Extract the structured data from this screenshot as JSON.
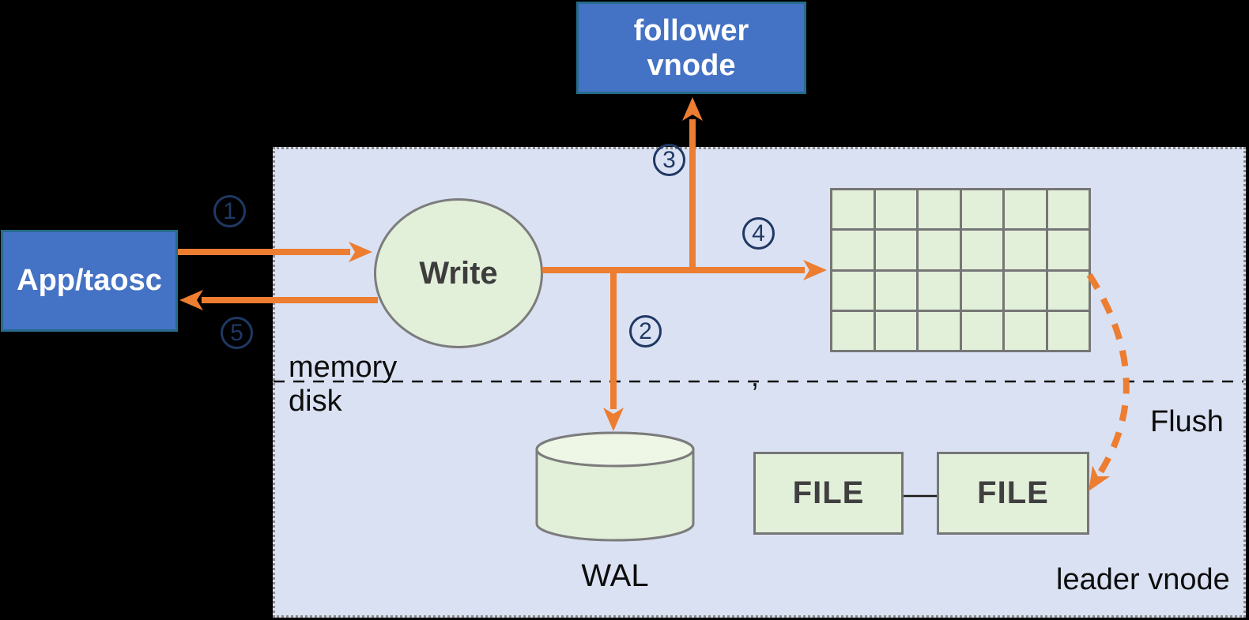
{
  "nodes": {
    "app": {
      "label": "App/taosc"
    },
    "follower": {
      "line1": "follower",
      "line2": "vnode"
    },
    "write": {
      "label": "Write"
    },
    "memtable": {
      "rows": 4,
      "cols": 6
    },
    "wal": {
      "label": "WAL"
    },
    "file1": {
      "label": "FILE"
    },
    "file2": {
      "label": "FILE"
    }
  },
  "regions": {
    "memory_label": "memory",
    "disk_label": "disk",
    "leader_label": "leader vnode"
  },
  "annotations": {
    "flush_label": "Flush",
    "stray_comma": ","
  },
  "steps": {
    "s1": "1",
    "s2": "2",
    "s3": "3",
    "s4": "4",
    "s5": "5"
  },
  "colors": {
    "background": "#000000",
    "leader_area_fill": "#dae1f2",
    "leader_area_border": "#8a8a8a",
    "node_blue_fill": "#4472c4",
    "node_blue_border": "#266b8c",
    "node_green_fill": "#e2efd9",
    "node_green_border": "#767676",
    "arrow_orange": "#ed7d31",
    "step_number_navy": "#1f3864",
    "label_black": "#0d0d0d",
    "node_text_dark": "#3d3d3d"
  }
}
